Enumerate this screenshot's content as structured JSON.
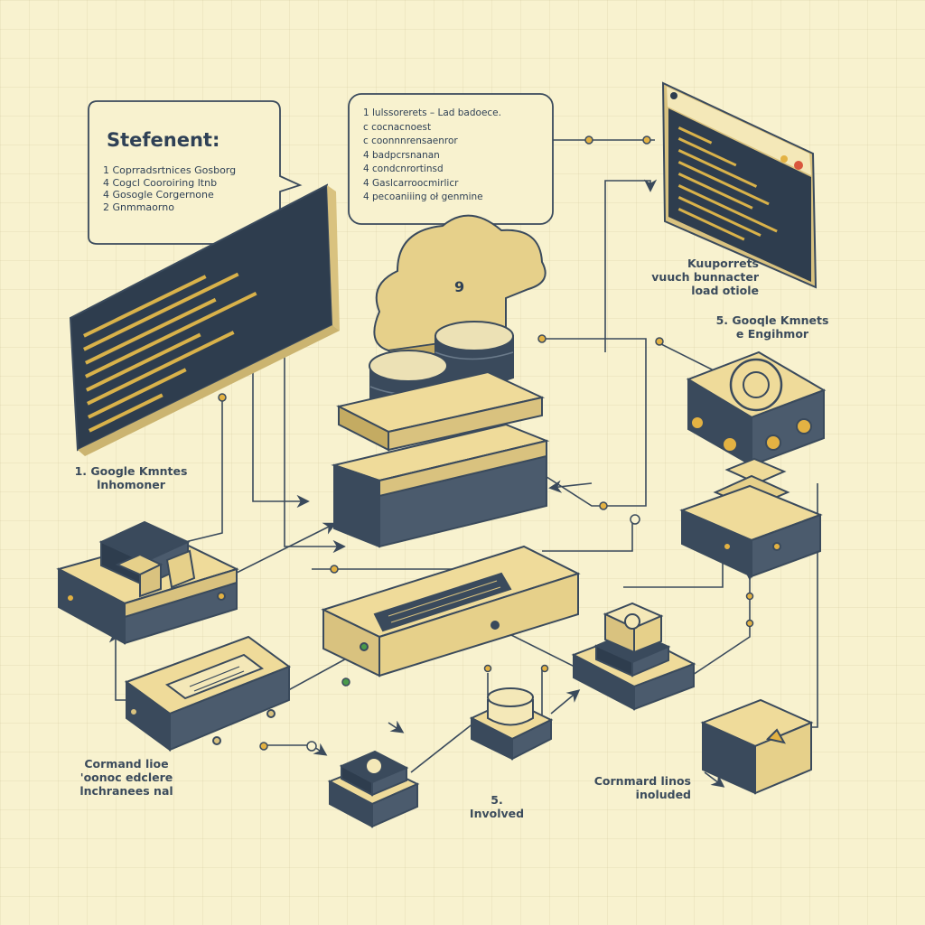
{
  "callout_left": {
    "title": "Stefenent:",
    "items": [
      "1 Coprradsrtnices Gosborg",
      "4 Cogcl Cooroiring ltnb",
      "4 Gosogle Corgernone",
      "2 Gnmmaorno"
    ]
  },
  "callout_top": {
    "items": [
      "1 lulssorerets – Lad badoece.",
      "c cocnacnoest",
      "c coonnnrensaenror",
      "4 badpcrsnanan",
      "4 condcnrortinsd",
      "4 Gaslcarroocmirlicr",
      "4 pecoaniiing oł genmine"
    ]
  },
  "cloud": {
    "badge": "9"
  },
  "labels": {
    "label_kubernetes": "Kuuporrets\nvuuch bunnacter\nload otiole",
    "label_engine": "5. Gooqle Kmnets\ne Engihmor",
    "label_google": "1. Google Kmntes\nlnhomoner",
    "label_command_left": "Cormand lioe\n'oonoc edclere\nlnchranees nal",
    "label_involved": "5.\nInvolved",
    "label_command_right": "Cornmard linos\ninoluded"
  },
  "palette": {
    "cream": "#efdb9a",
    "tan": "#d9c27f",
    "slate": "#3a4a5c",
    "paper": "#f8f2cf",
    "accent_yellow": "#e3b243",
    "red_dot": "#d9573d",
    "green_dot": "#4a9a4a"
  }
}
